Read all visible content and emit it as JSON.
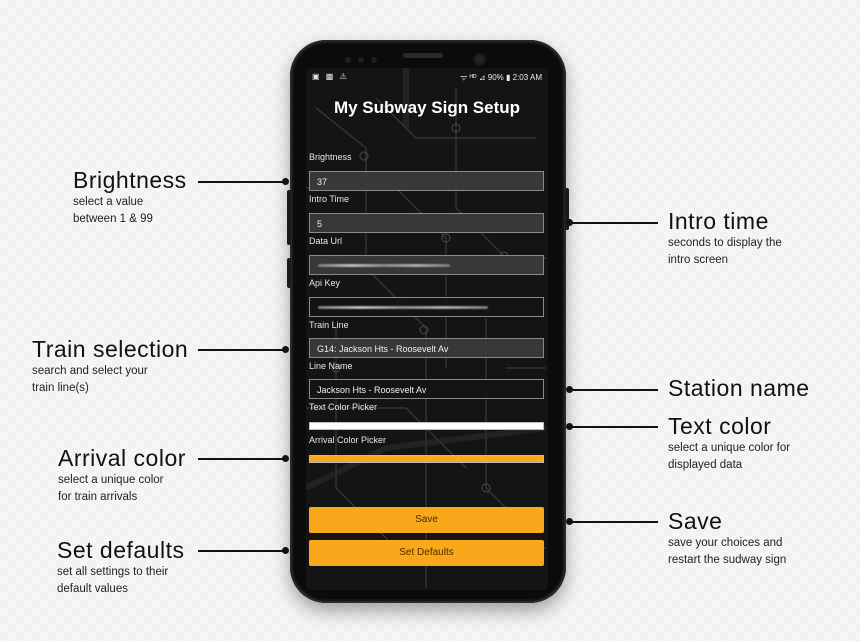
{
  "status": {
    "left_icons": "▣ ▩ ⚠",
    "right": "ᯤ ᴴᴰ ⊿ 90% ▮ 2:03 AM"
  },
  "app": {
    "title": "My Subway Sign Setup",
    "fields": {
      "brightness_label": "Brightness",
      "brightness_value": "37",
      "intro_label": "Intro Time",
      "intro_value": "5",
      "data_url_label": "Data Url",
      "api_key_label": "Api Key",
      "train_line_label": "Train Line",
      "train_line_value": "G14: Jackson Hts - Roosevelt Av",
      "line_name_label": "Line Name",
      "line_name_value": "Jackson Hts - Roosevelt Av",
      "text_color_label": "Text Color Picker",
      "arrival_color_label": "Arrival Color Picker"
    },
    "colors": {
      "text_color": "#ffffff",
      "arrival_color": "#f8a81a",
      "button": "#f8a81a"
    },
    "buttons": {
      "save": "Save",
      "set_defaults": "Set Defaults"
    }
  },
  "annotations": {
    "brightness": {
      "title": "Brightness",
      "desc": [
        "select a value",
        "between 1 & 99"
      ]
    },
    "train_selection": {
      "title": "Train selection",
      "desc": [
        "search and select your",
        "train line(s)"
      ]
    },
    "arrival_color": {
      "title": "Arrival color",
      "desc": [
        "select a unique color",
        "for train arrivals"
      ]
    },
    "set_defaults": {
      "title": "Set defaults",
      "desc": [
        "set all settings to their",
        "default values"
      ]
    },
    "intro_time": {
      "title": "Intro time",
      "desc": [
        "seconds to display the",
        "intro screen"
      ]
    },
    "station_name": {
      "title": "Station name",
      "desc": []
    },
    "text_color": {
      "title": "Text color",
      "desc": [
        "select a unique color for",
        "displayed data"
      ]
    },
    "save": {
      "title": "Save",
      "desc": [
        "save your choices and",
        "restart the sudway sign"
      ]
    }
  }
}
